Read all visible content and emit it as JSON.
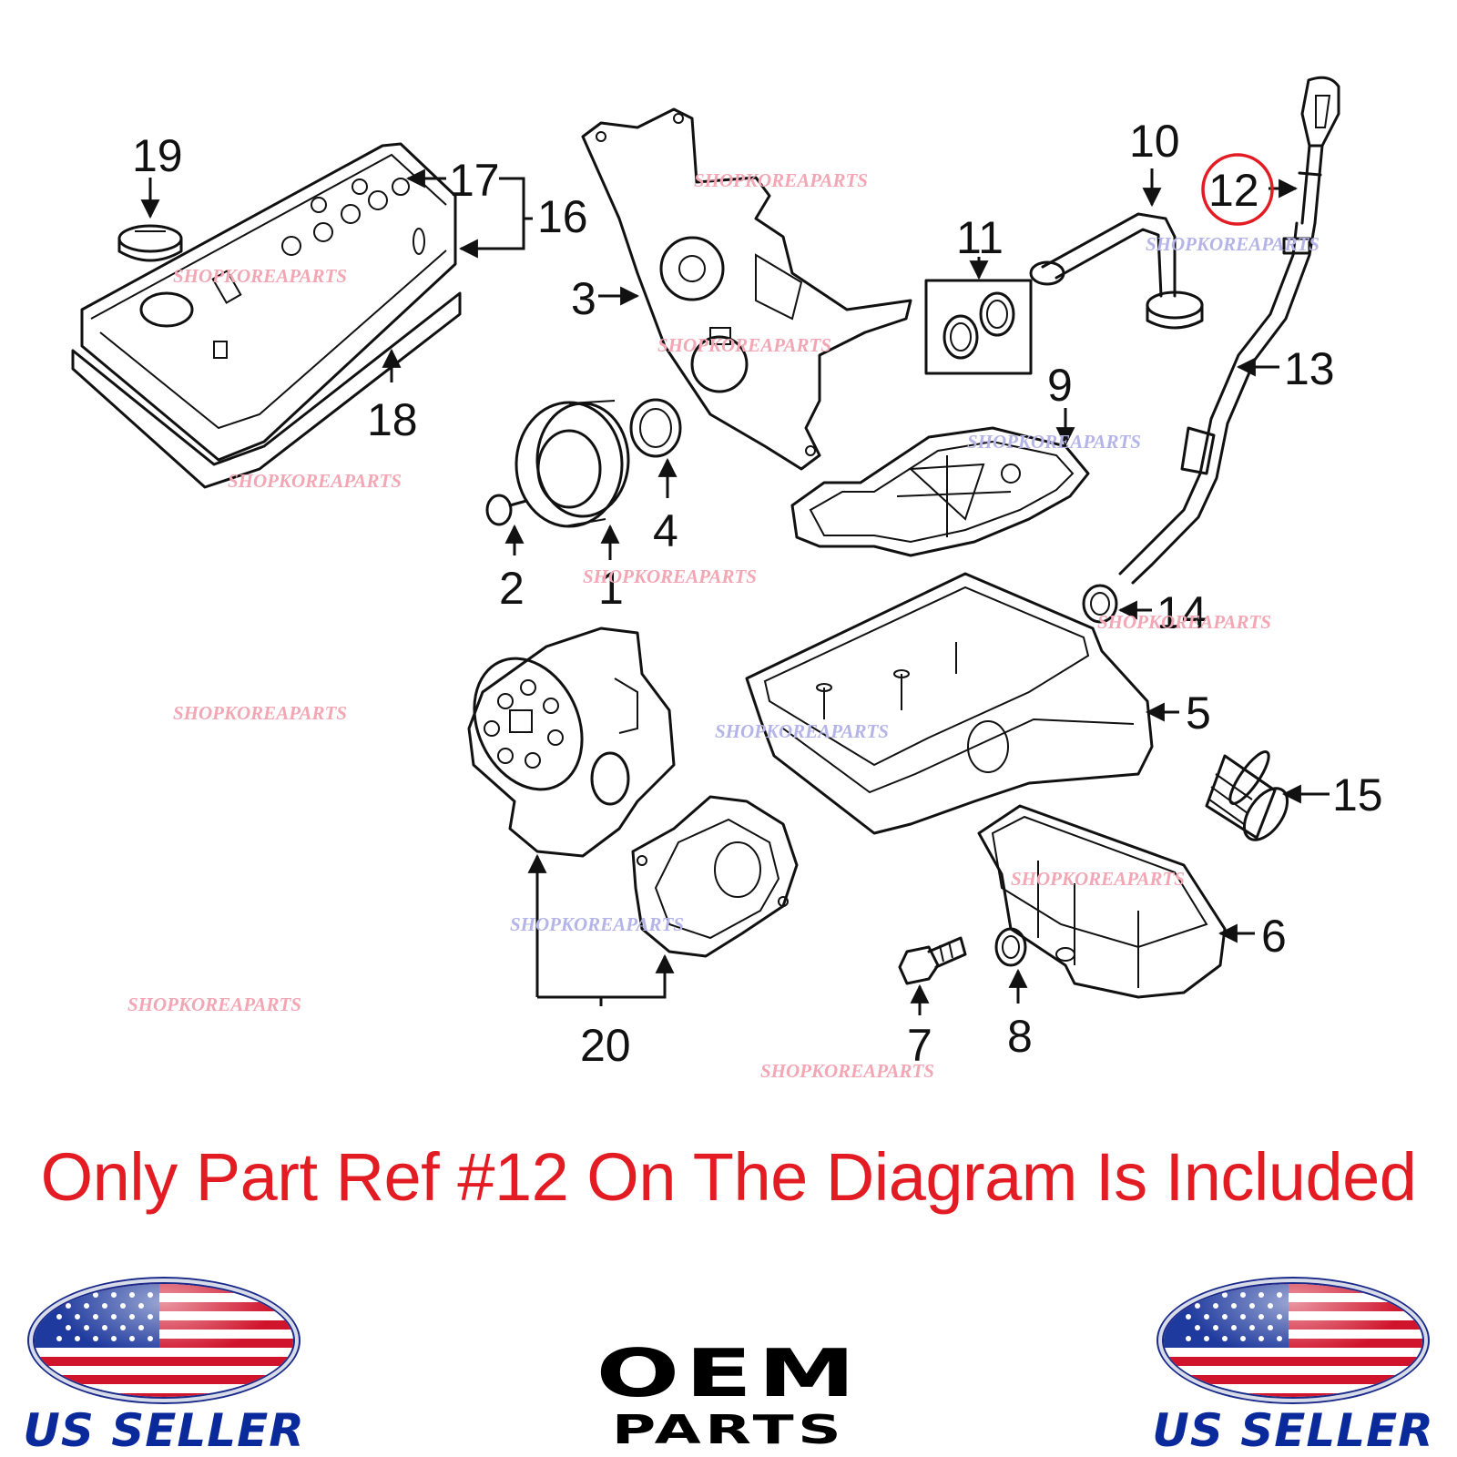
{
  "callouts": [
    "1",
    "2",
    "3",
    "4",
    "5",
    "6",
    "7",
    "8",
    "9",
    "10",
    "11",
    "12",
    "13",
    "14",
    "15",
    "16",
    "17",
    "18",
    "19",
    "20"
  ],
  "highlighted_callout": "12",
  "watermark": "SHOPKOREAPARTS",
  "notice": "Only Part Ref #12 On The Diagram Is Included",
  "seller_badges": {
    "left_label": "US SELLER",
    "right_label": "US SELLER"
  },
  "oem_logo": {
    "line1": "OEM",
    "line2": "PARTS"
  },
  "colors": {
    "notice": "#e31b23",
    "highlight_circle": "#e31b23",
    "seller_text": "#0a2a9c",
    "watermark_pink": "#f3a6b4",
    "watermark_blue": "#b4b4e8"
  }
}
